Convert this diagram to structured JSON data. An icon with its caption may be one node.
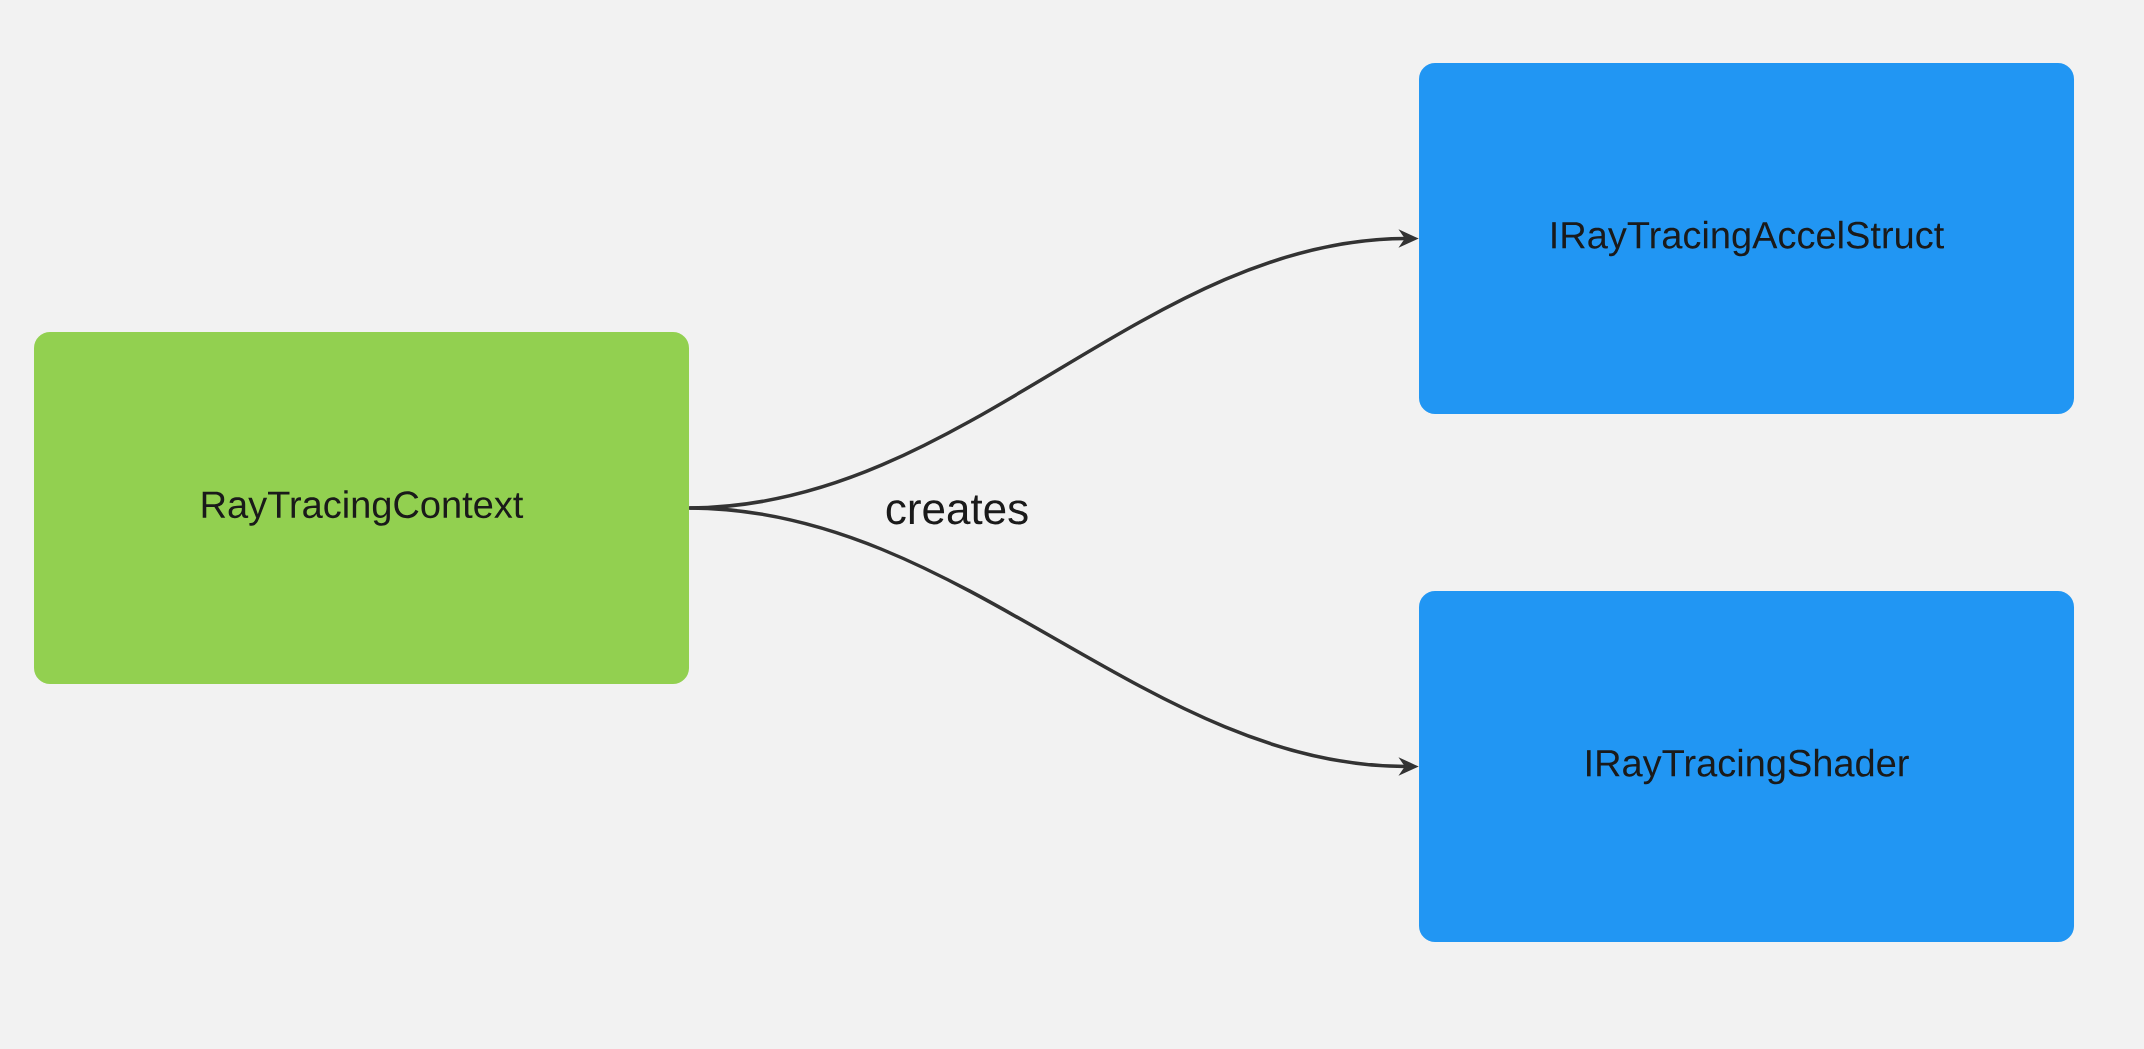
{
  "diagram": {
    "nodes": [
      {
        "text": [
          "RayTracingContext"
        ]
      },
      {
        "text": [
          "IRayTracingAccelStruct"
        ]
      },
      {
        "text": [
          "IRayTracingShader"
        ]
      }
    ],
    "edges": [
      {
        "from": 0,
        "to": 1,
        "arrow": "to",
        "label": "creates"
      },
      {
        "from": 0,
        "to": 2,
        "arrow": "to"
      }
    ]
  }
}
